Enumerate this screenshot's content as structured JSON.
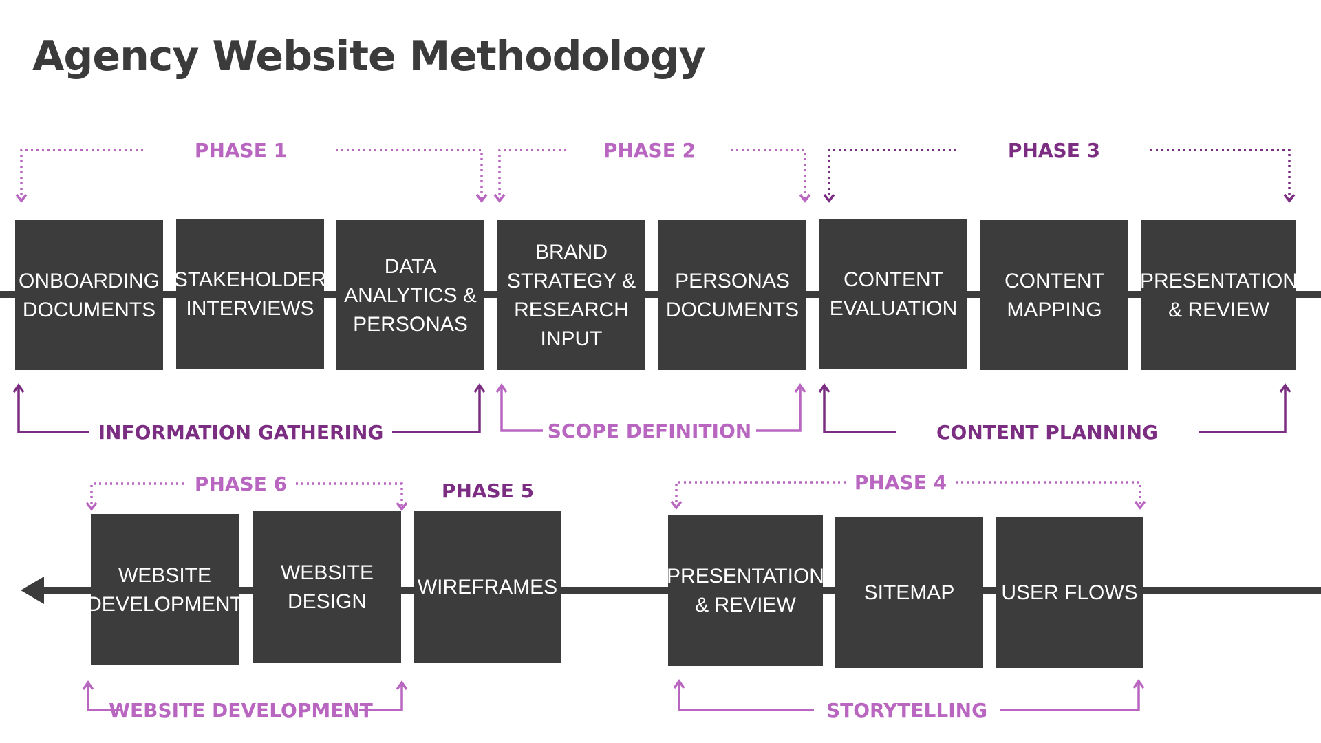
{
  "title": "Agency Website Methodology",
  "colors": {
    "box": "#3c3c3c",
    "box_text": "#ffffff",
    "line": "#3c3c3c",
    "purple_dark": "#7b2d82",
    "purple_light": "#b866c0",
    "title": "#3b3b3b"
  },
  "row1": {
    "steps": [
      {
        "id": "onboarding",
        "lines": [
          "ONBOARDING",
          "DOCUMENTS"
        ]
      },
      {
        "id": "stakeholder",
        "lines": [
          "STAKEHOLDER",
          "INTERVIEWS"
        ]
      },
      {
        "id": "data-analytics",
        "lines": [
          "DATA",
          "ANALYTICS &",
          "PERSONAS"
        ]
      },
      {
        "id": "brand-strategy",
        "lines": [
          "BRAND",
          "STRATEGY &",
          "RESEARCH",
          "INPUT"
        ]
      },
      {
        "id": "personas-docs",
        "lines": [
          "PERSONAS",
          "DOCUMENTS"
        ]
      },
      {
        "id": "content-eval",
        "lines": [
          "CONTENT",
          "EVALUATION"
        ]
      },
      {
        "id": "content-mapping",
        "lines": [
          "CONTENT",
          "MAPPING"
        ]
      },
      {
        "id": "presentation-review-1",
        "lines": [
          "PRESENTATION",
          "& REVIEW"
        ]
      }
    ],
    "phases": [
      {
        "label": "PHASE 1",
        "tone": "light"
      },
      {
        "label": "PHASE 2",
        "tone": "light"
      },
      {
        "label": "PHASE 3",
        "tone": "dark"
      }
    ],
    "groups": [
      {
        "label": "INFORMATION GATHERING",
        "tone": "dark"
      },
      {
        "label": "SCOPE DEFINITION",
        "tone": "light"
      },
      {
        "label": "CONTENT PLANNING",
        "tone": "dark"
      }
    ]
  },
  "row2": {
    "steps": [
      {
        "id": "website-development",
        "lines": [
          "WEBSITE",
          "DEVELOPMENT"
        ]
      },
      {
        "id": "website-design",
        "lines": [
          "WEBSITE",
          "DESIGN"
        ]
      },
      {
        "id": "wireframes",
        "lines": [
          "WIREFRAMES"
        ]
      },
      {
        "id": "presentation-review-2",
        "lines": [
          "PRESENTATION",
          "& REVIEW"
        ]
      },
      {
        "id": "sitemap",
        "lines": [
          "SITEMAP"
        ]
      },
      {
        "id": "user-flows",
        "lines": [
          "USER FLOWS"
        ]
      }
    ],
    "phases": [
      {
        "label": "PHASE 6",
        "tone": "light"
      },
      {
        "label": "PHASE 5",
        "tone": "dark"
      },
      {
        "label": "PHASE 4",
        "tone": "light"
      }
    ],
    "groups": [
      {
        "label": "WEBSITE DEVELOPMENT",
        "tone": "light"
      },
      {
        "label": "STORYTELLING",
        "tone": "light"
      }
    ]
  }
}
